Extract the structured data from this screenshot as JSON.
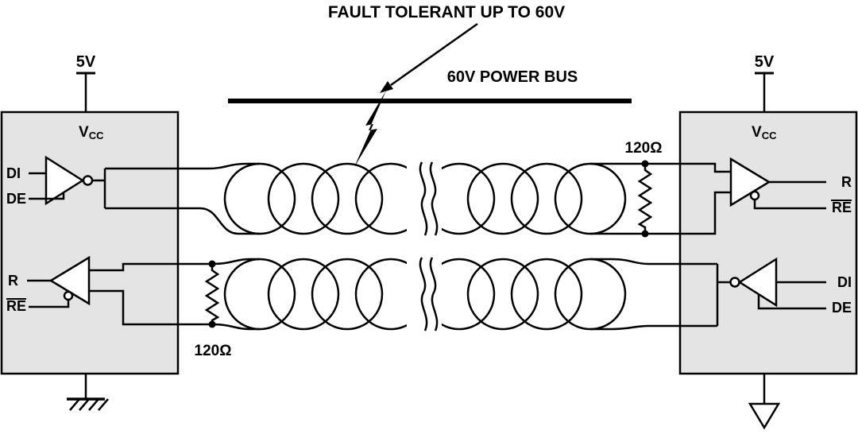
{
  "annotations": {
    "fault": "FAULT TOLERANT UP TO 60V",
    "power_bus": "60V POWER BUS"
  },
  "left_transceiver": {
    "supply_label": "5V",
    "vcc_main": "V",
    "vcc_sub": "CC",
    "pin_di": "DI",
    "pin_de": "DE",
    "pin_r": "R",
    "pin_re": "RE"
  },
  "right_transceiver": {
    "supply_label": "5V",
    "vcc_main": "V",
    "vcc_sub": "CC",
    "pin_r": "R",
    "pin_re": "RE",
    "pin_di": "DI",
    "pin_de": "DE"
  },
  "resistors": {
    "top_termination": "120Ω",
    "bottom_termination": "120Ω"
  },
  "colors": {
    "block_fill": "#e4e4e4",
    "line": "#000000",
    "background": "#ffffff"
  }
}
